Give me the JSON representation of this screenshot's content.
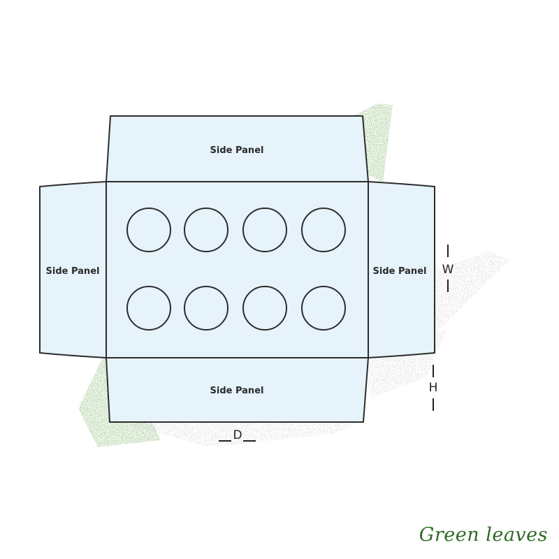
{
  "panels": {
    "top": "Side Panel",
    "left": "Side Panel",
    "right": "Side Panel",
    "bottom": "Side Panel"
  },
  "dimensions": {
    "width": "W",
    "height": "H",
    "depth": "D"
  },
  "cutouts": {
    "rows": 2,
    "columns": 4
  },
  "watermark": "Green leaves",
  "colors": {
    "panel_fill": "#e6f3fb",
    "outline": "#2c2c2c",
    "shadow": "#6fa35c",
    "watermark": "#2e6b25"
  }
}
